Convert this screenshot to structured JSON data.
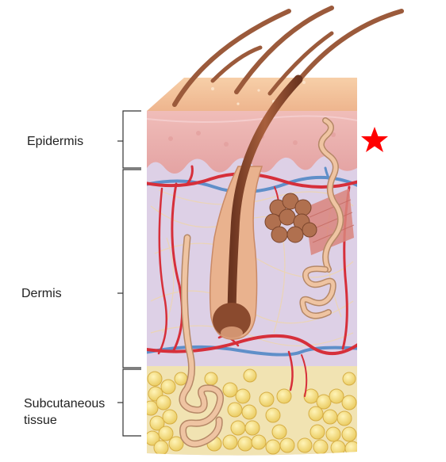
{
  "labels": {
    "epidermis": "Epidermis",
    "dermis": "Dermis",
    "subcutaneous_line1": "Subcutaneous",
    "subcutaneous_line2": "tissue"
  },
  "colors": {
    "skin_surface": "#f3c19a",
    "epidermis": "#eab0ae",
    "dermis": "#ddd0e6",
    "fat_lobule": "#f6dd7e",
    "artery": "#d62f3a",
    "vein": "#5f8fc9",
    "hair": "#8a4a2e",
    "sweat_gland": "#e8b896",
    "marker_star": "#ff0000",
    "bracket": "#333333"
  },
  "icons": {
    "marker": "star-icon"
  }
}
